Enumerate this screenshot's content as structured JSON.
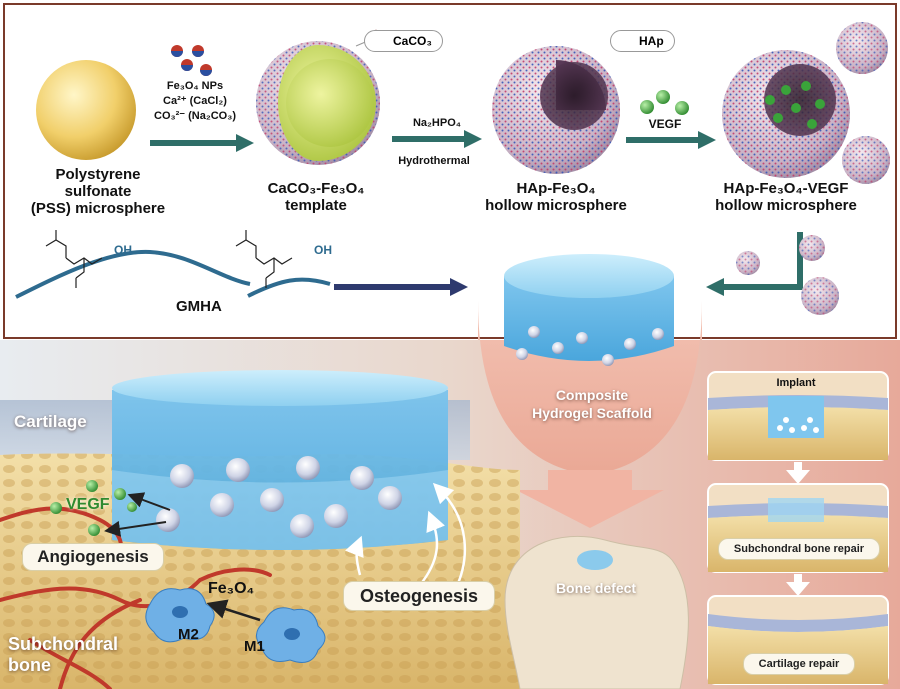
{
  "top": {
    "pss_label_1": "Polystyrene",
    "pss_label_2": "sulfonate",
    "pss_label_3": "(PSS) microsphere",
    "reagent_1": "Fe₃O₄ NPs",
    "reagent_2": "Ca²⁺ (CaCl₂)",
    "reagent_3": "CO₃²⁻ (Na₂CO₃)",
    "template_label_1": "CaCO₃-Fe₃O₄",
    "template_label_2": "template",
    "caco3_bubble": "CaCO₃",
    "step2_reagent": "Na₂HPO₄",
    "step2_condition": "Hydrothermal",
    "hap_bubble": "HAp",
    "hap_label_1": "HAp-Fe₃O₄",
    "hap_label_2": "hollow microsphere",
    "vegf_reagent": "VEGF",
    "vegf_label_1": "HAp-Fe₃O₄-VEGF",
    "vegf_label_2": "hollow microsphere",
    "gmha_oh_1": "OH",
    "gmha_oh_2": "OH",
    "gmha_label": "GMHA"
  },
  "bottom": {
    "cartilage": "Cartilage",
    "composite_1": "Composite",
    "composite_2": "Hydrogel Scaffold",
    "vegf": "VEGF",
    "angiogenesis": "Angiogenesis",
    "fe3o4": "Fe₃O₄",
    "m2": "M2",
    "m1": "M1",
    "osteogenesis": "Osteogenesis",
    "subchondral_1": "Subchondral",
    "subchondral_2": "bone",
    "bone_defect": "Bone defect",
    "implant": "Implant",
    "subchondral_repair": "Subchondral bone repair",
    "cartilage_repair": "Cartilage repair"
  },
  "colors": {
    "frame": "#7a3a2a",
    "arrow_teal": "#2f6e68",
    "arrow_navy": "#2e3a6e",
    "hydrogel": "#7fc4ea",
    "vegf_green": "#3aa33a",
    "vessel_red": "#c0392b",
    "bone": "#e8cf8f",
    "panel_bg": "#e7a99a"
  }
}
